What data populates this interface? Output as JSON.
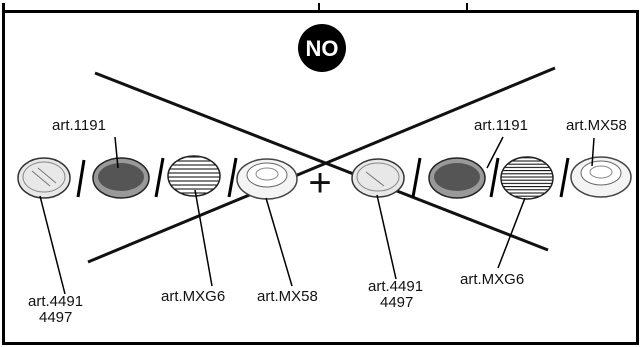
{
  "badge": {
    "text": "NO",
    "color": "#000000"
  },
  "plus_sign": "+",
  "labels": {
    "left_1191": "art.1191",
    "left_4491_line1": "art.4491",
    "left_4497_line2": "4497",
    "left_mxg6": "art.MXG6",
    "left_mx58": "art.MX58",
    "right_1191": "art.1191",
    "right_mx58": "art.MX58",
    "right_4491_line1": "art.4491",
    "right_4497_line2": "4497",
    "right_mxg6": "art.MXG6"
  },
  "colors": {
    "cross": "#000000",
    "dark_disc": "#555555",
    "outline": "#000000"
  }
}
